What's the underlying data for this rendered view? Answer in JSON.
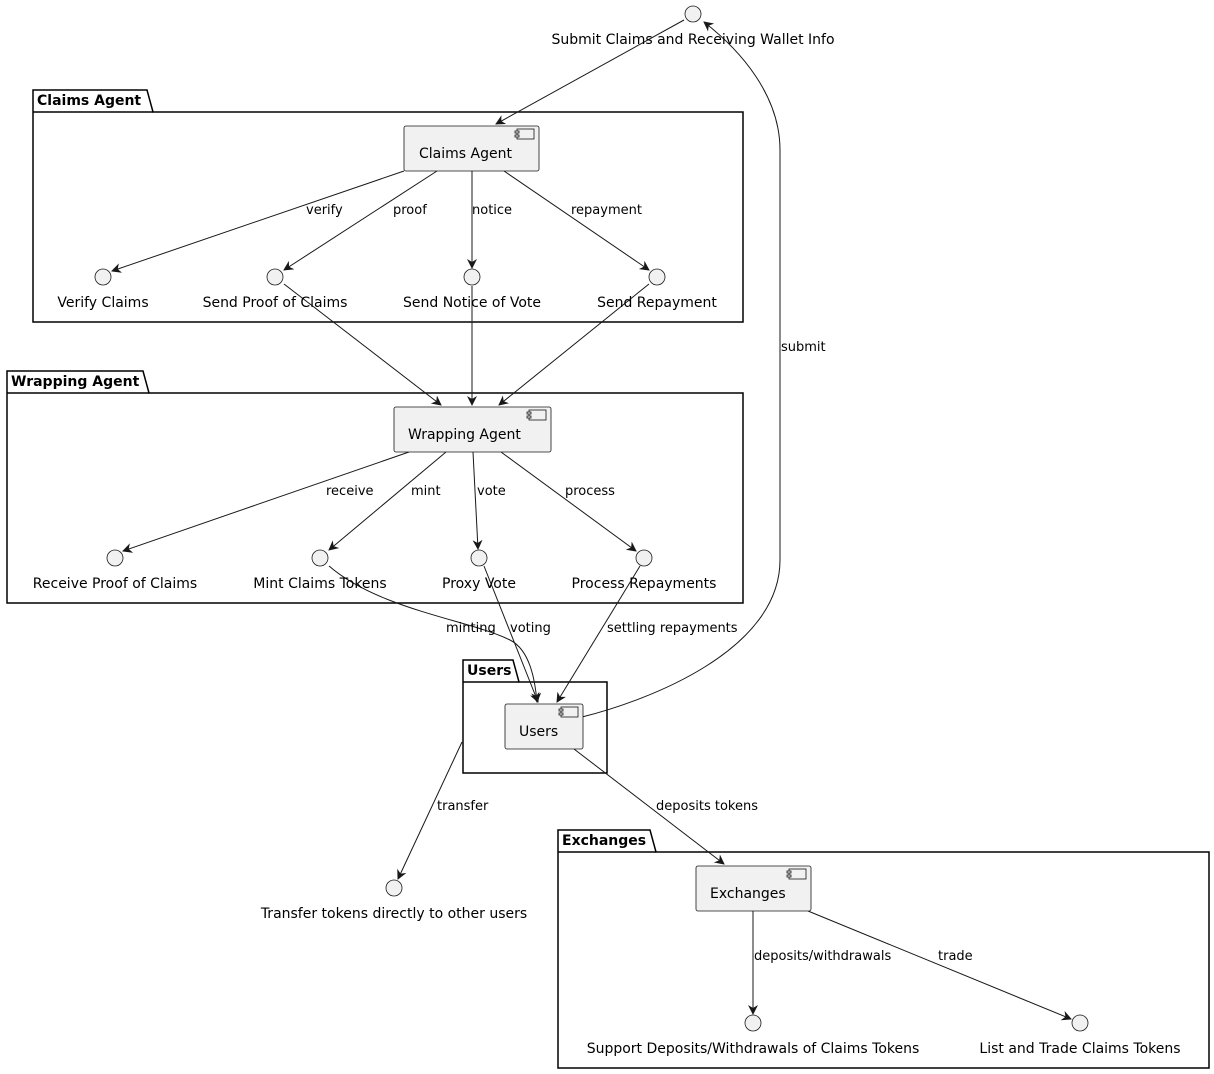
{
  "packages": {
    "claims": "Claims Agent",
    "wrapping": "Wrapping Agent",
    "users": "Users",
    "exchanges": "Exchanges"
  },
  "components": {
    "claims": "Claims Agent",
    "wrapping": "Wrapping Agent",
    "users": "Users",
    "exchanges": "Exchanges"
  },
  "interfaces": {
    "submit": "Submit Claims and Receiving Wallet Info",
    "verify": "Verify Claims",
    "send_proof": "Send Proof of Claims",
    "send_notice": "Send Notice of Vote",
    "send_repayment": "Send Repayment",
    "receive_proof": "Receive Proof of Claims",
    "mint": "Mint Claims Tokens",
    "proxy_vote": "Proxy Vote",
    "process_repayments": "Process Repayments",
    "transfer": "Transfer tokens directly to other users",
    "support_deposits": "Support Deposits/Withdrawals of Claims Tokens",
    "list_trade": "List and Trade Claims Tokens"
  },
  "edge_labels": {
    "verify": "verify",
    "proof": "proof",
    "notice": "notice",
    "repayment": "repayment",
    "submit": "submit",
    "receive": "receive",
    "mint": "mint",
    "vote": "vote",
    "process": "process",
    "minting": "minting",
    "voting": "voting",
    "settling": "settling repayments",
    "transfer": "transfer",
    "deposits_tokens": "deposits tokens",
    "deposits_withdrawals": "deposits/withdrawals",
    "trade": "trade"
  }
}
